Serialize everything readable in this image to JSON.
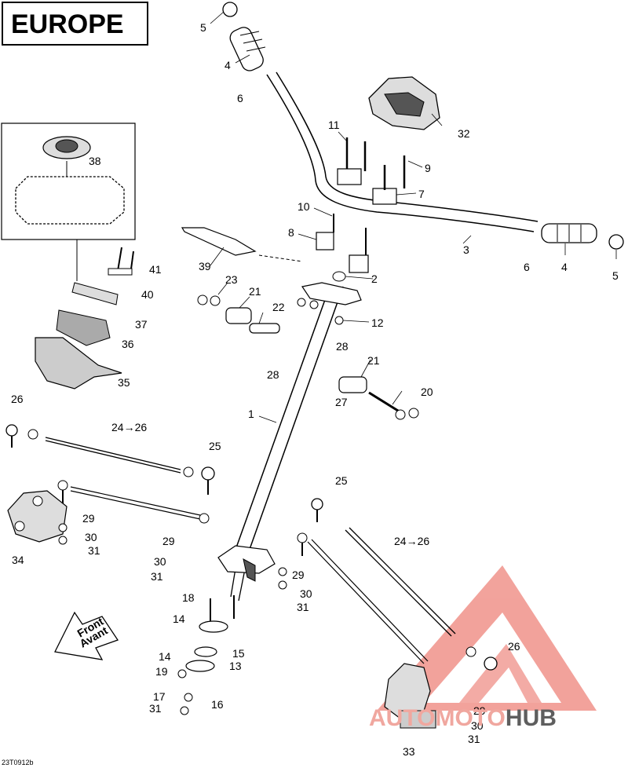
{
  "region_label": "EUROPE",
  "drawing_id": "23T0912b",
  "callouts": {
    "c1": "1",
    "c2": "2",
    "c3": "3",
    "c4a": "4",
    "c4b": "4",
    "c5a": "5",
    "c5b": "5",
    "c6a": "6",
    "c6b": "6",
    "c7": "7",
    "c8": "8",
    "c9": "9",
    "c10": "10",
    "c11": "11",
    "c12": "12",
    "c13": "13",
    "c14a": "14",
    "c14b": "14",
    "c15": "15",
    "c16": "16",
    "c17": "17",
    "c18": "18",
    "c19": "19",
    "c20": "20",
    "c21a": "21",
    "c21b": "21",
    "c22": "22",
    "c23": "23",
    "c24a": "24→26",
    "c24b": "24→26",
    "c25a": "25",
    "c25b": "25",
    "c26a": "26",
    "c26b": "26",
    "c27": "27",
    "c28a": "28",
    "c28b": "28",
    "c29a": "29",
    "c29b": "29",
    "c29c": "29",
    "c29d": "29",
    "c30a": "30",
    "c30b": "30",
    "c30c": "30",
    "c30d": "30",
    "c31a": "31",
    "c31b": "31",
    "c31c": "31",
    "c31d": "31",
    "c31e": "31",
    "c32": "32",
    "c33": "33",
    "c34": "34",
    "c35": "35",
    "c36": "36",
    "c37": "37",
    "c38": "38",
    "c39": "39",
    "c40": "40",
    "c41": "41"
  },
  "front_label": {
    "line1": "Front",
    "line2": "Avant"
  },
  "watermark": {
    "part1": "AUTOMOTO",
    "part2": "HUB"
  },
  "colors": {
    "line": "#000000",
    "watermark_red": "#e8574a",
    "watermark_grey": "#5e5e5e"
  }
}
